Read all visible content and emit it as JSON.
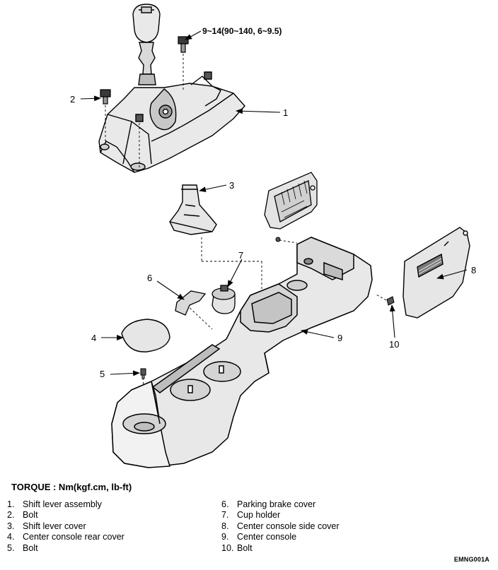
{
  "diagram": {
    "torque_spec": "9~14(90~140, 6~9.5)",
    "callouts": [
      "1",
      "2",
      "3",
      "4",
      "5",
      "6",
      "7",
      "8",
      "9",
      "10"
    ],
    "torque_heading": "TORQUE : Nm(kgf.cm, lb-ft)",
    "legend": [
      {
        "num": "1.",
        "text": "Shift lever assembly"
      },
      {
        "num": "2.",
        "text": "Bolt"
      },
      {
        "num": "3.",
        "text": "Shift lever cover"
      },
      {
        "num": "4.",
        "text": "Center console rear cover"
      },
      {
        "num": "5.",
        "text": "Bolt"
      },
      {
        "num": "6.",
        "text": "Parking brake cover"
      },
      {
        "num": "7.",
        "text": "Cup holder"
      },
      {
        "num": "8.",
        "text": "Center console side cover"
      },
      {
        "num": "9.",
        "text": "Center console"
      },
      {
        "num": "10.",
        "text": "Bolt"
      }
    ],
    "figure_code": "EMNG001A"
  }
}
